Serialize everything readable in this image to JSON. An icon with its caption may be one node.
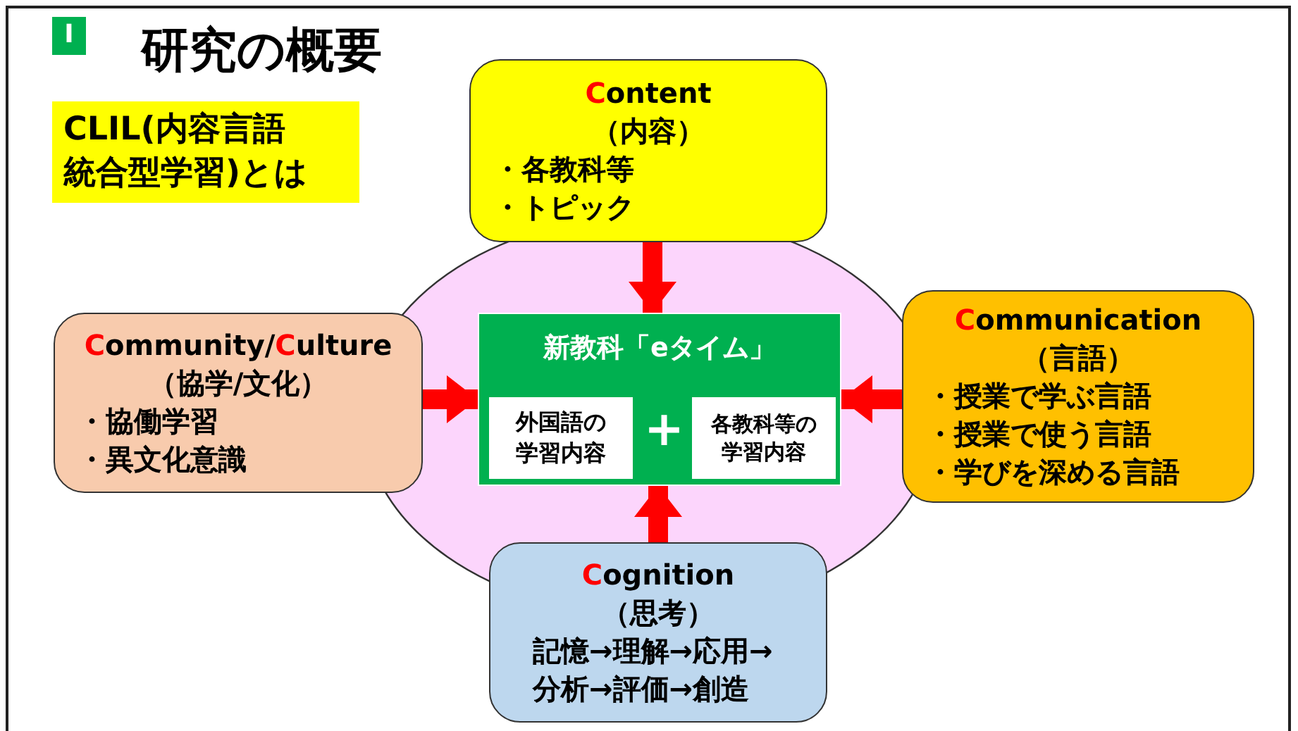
{
  "diagram": {
    "title": "研究の概要",
    "nodes": [
      {
        "text": [
          "Ⅰ"
        ]
      },
      {
        "text": [
          "CLIL(内容言語統合型学習)とは"
        ]
      },
      {
        "text": [
          "Content",
          "（内容）",
          "・各教科等",
          "・トピック"
        ]
      },
      {
        "text": [
          "Community/Culture",
          "（協学/文化）",
          "・協働学習",
          "・異文化意識"
        ]
      },
      {
        "text": [
          "新教科「eタイム」"
        ]
      },
      {
        "text": [
          "外国語の学習内容"
        ],
        "in": 4
      },
      {
        "text": [
          "各教科等の学習内容"
        ],
        "in": 4
      },
      {
        "text": [
          "Communication",
          "（言語）",
          "・授業で学ぶ言語",
          "・授業で使う言語",
          "・学びを深める言語"
        ]
      },
      {
        "text": [
          "Cognition",
          "（思考）",
          "記憶→理解→応用→分析→評価→創造"
        ]
      }
    ],
    "edges": [
      {
        "from": 2,
        "to": 4,
        "arrow": "to"
      },
      {
        "from": 3,
        "to": 4,
        "arrow": "to"
      },
      {
        "from": 7,
        "to": 4,
        "arrow": "to"
      },
      {
        "from": 8,
        "to": 4,
        "arrow": "to"
      }
    ],
    "labels": [
      "+"
    ]
  }
}
